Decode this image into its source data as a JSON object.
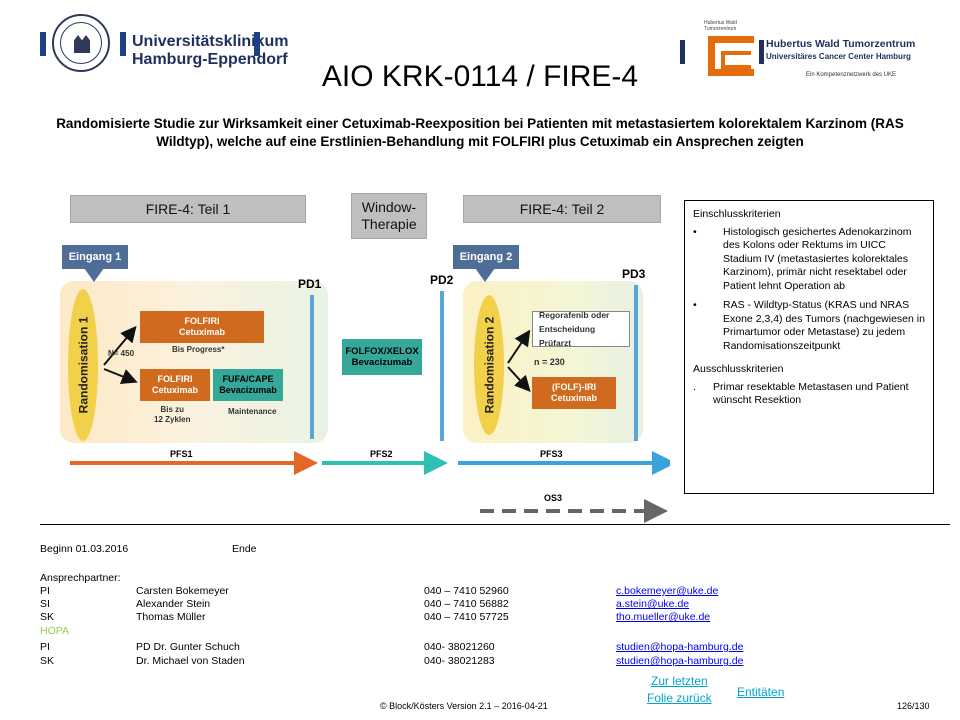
{
  "header": {
    "uke_line1": "Universitätsklinikum",
    "uke_line2": "Hamburg-Eppendorf",
    "hw_small": "Hubertus Wald Tumorzentrum",
    "hw_name": "Hubertus Wald Tumorzentrum",
    "hw_sub": "Universitäres Cancer Center Hamburg",
    "hw_net": "Ein Kompetenznetzwerk des UKE",
    "colors": {
      "uke_blue": "#1f3f86",
      "hw_orange": "#e46c0a"
    }
  },
  "title": "AIO KRK-0114 / FIRE-4",
  "subtitle": "Randomisierte Studie zur Wirksamkeit einer Cetuximab-Reexposition bei Patienten mit metastasiertem kolorektalem Karzinom (RAS Wildtyp), welche auf eine Erstlinien-Behandlung mit FOLFIRI plus Cetuximab ein Ansprechen zeigten",
  "diagram": {
    "part1": "FIRE-4: Teil 1",
    "window_line1": "Window-",
    "window_line2": "Therapie",
    "part2": "FIRE-4: Teil 2",
    "entry1": "Eingang 1",
    "entry2": "Eingang 2",
    "rand1": "Randomisation 1",
    "rand2": "Randomisation 2",
    "arm1_line1": "FOLFIRI",
    "arm1_line2": "Cetuximab",
    "arm1_note": "Bis Progress*",
    "n1": "N= 450",
    "arm2_line1": "FOLFIRI",
    "arm2_line2": "Cetuximab",
    "arm2_note1": "Bis zu",
    "arm2_note2": "12 Zyklen",
    "maint_line1": "FUFA/CAPE",
    "maint_line2": "Bevacizumab",
    "maint_note": "Maintenance",
    "pd1": "PD1",
    "pd2": "PD2",
    "pd3": "PD3",
    "window_box_line1": "FOLFOX/XELOX",
    "window_box_line2": "Bevacizumab",
    "rego_line1": "Regorafenib oder",
    "rego_line2": "Entscheidung Prüfarzt",
    "n2": "n = 230",
    "iri_line1": "(FOLF)-IRI",
    "iri_line2": "Cetuximab",
    "pfs1": "PFS1",
    "pfs2": "PFS2",
    "pfs3": "PFS3",
    "os3": "OS3"
  },
  "criteria": {
    "incl_head": "Einschlusskriterien",
    "incl": [
      "Histologisch gesichertes Adenokarzinom des Kolons oder Rektums im UICC Stadium IV (metastasiertes kolorektales Karzinom), primär nicht resektabel oder Patient lehnt Operation ab",
      "RAS - Wildtyp-Status (KRAS und NRAS Exone 2,3,4) des Tumors (nachgewiesen in Primartumor oder Metastase) zu jedem Randomisationszeitpunkt"
    ],
    "excl_head": "Ausschlusskriterien",
    "excl": [
      "Primar resektable Metastasen und Patient wünscht Resektion"
    ],
    "bullet": "•",
    "excl_bullet": "."
  },
  "info": {
    "begin": "Beginn 01.03.2016",
    "end": "Ende",
    "contact_label": "Ansprechpartner:",
    "contacts": [
      {
        "role": "PI",
        "name": "Carsten Bokemeyer",
        "phone": "040 – 7410 52960",
        "email": "c.bokemeyer@uke.de"
      },
      {
        "role": "SI",
        "name": "Alexander Stein",
        "phone": "040 – 7410 56882",
        "email": "a.stein@uke.de"
      },
      {
        "role": "SK",
        "name": "Thomas Müller",
        "phone": "040 – 7410 57725",
        "email": "tho.mueller@uke.de"
      }
    ],
    "hopa_label": "HOPA",
    "hopa_contacts": [
      {
        "role": "PI",
        "name": "PD Dr. Gunter Schuch",
        "phone": "040- 38021260",
        "email": "studien@hopa-hamburg.de"
      },
      {
        "role": "SK",
        "name": "Dr. Michael von Staden",
        "phone": "040- 38021283",
        "email": "studien@hopa-hamburg.de"
      }
    ]
  },
  "nav": {
    "back_line1": "Zur letzten",
    "back_line2": "Folie zurück",
    "entities": "Entitäten"
  },
  "footer": {
    "copyright": "© Block/Kösters Version 2.1 – 2016-04-21",
    "page": "126/130"
  }
}
